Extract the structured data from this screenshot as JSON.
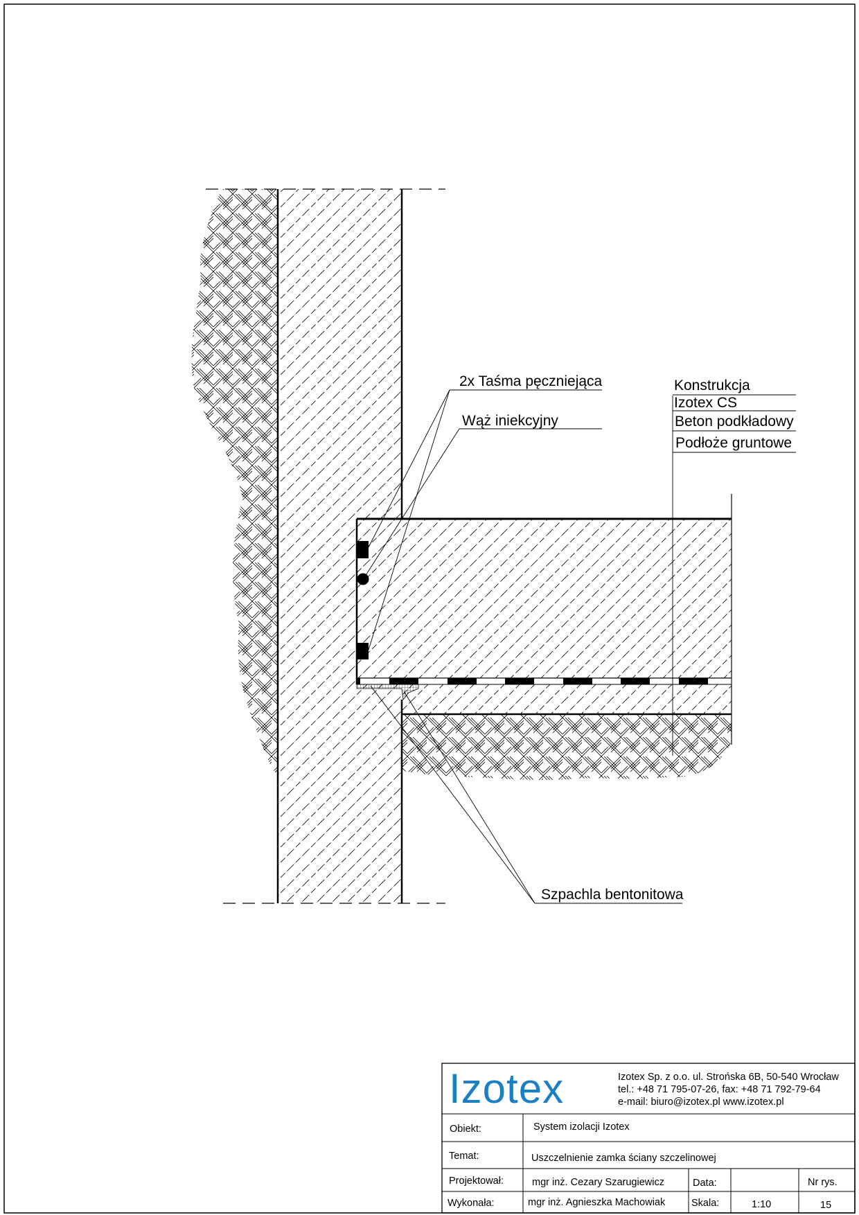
{
  "labels": {
    "tape": "2x Taśma pęczniejąca",
    "hose": "Wąż iniekcyjny",
    "construction": "Konstrukcja",
    "izotex_cs": "Izotex CS",
    "lean_concrete": "Beton podkładowy",
    "subsoil": "Podłoże gruntowe",
    "bentonite": "Szpachla bentonitowa"
  },
  "title_block": {
    "logo": "Izotex",
    "company_line1": "Izotex Sp. z o.o. ul. Strońska 6B, 50-540 Wrocław",
    "company_line2": "tel.: +48 71 795-07-26, fax: +48 71 792-79-64",
    "company_line3": "e-mail: biuro@izotex.pl www.izotex.pl",
    "object_label": "Obiekt:",
    "object_value": "System izolacji Izotex",
    "topic_label": "Temat:",
    "topic_value": "Uszczelnienie zamka ściany szczelinowej",
    "designed_label": "Projektował:",
    "designed_value": "mgr inż. Cezary Szarugiewicz",
    "date_label": "Data:",
    "date_value": "",
    "drawing_no_label": "Nr rys.",
    "made_label": "Wykonała:",
    "made_value": "mgr inż. Agnieszka Machowiak",
    "scale_label": "Skala:",
    "scale_value": "1:10",
    "drawing_no_value": "15"
  },
  "colors": {
    "logo": "#1b7fc4"
  }
}
